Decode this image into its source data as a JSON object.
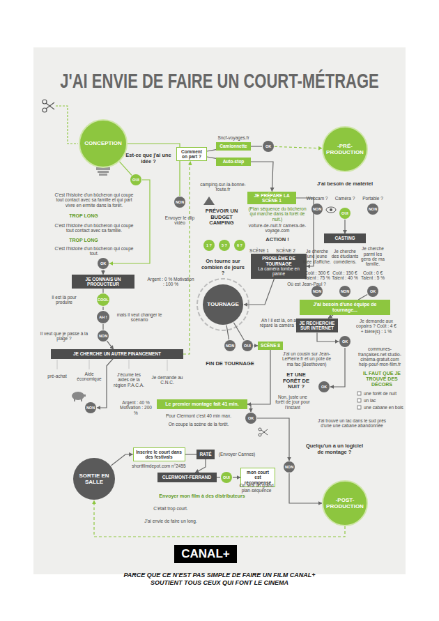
{
  "diagram": {
    "title": "J'AI ENVIE DE FAIRE UN COURT-MÉTRAGE",
    "caption": "PARCE QUE CE N'EST PAS SIMPLE DE FAIRE UN FILM CANAL+ SOUTIENT TOUS CEUX QUI FONT LE CINEMA",
    "nodes": [
      {
        "text": [
          "CONCEPTION"
        ]
      },
      {
        "text": [
          "OUI"
        ]
      },
      {
        "text": [
          "NON"
        ]
      },
      {
        "text": [
          "OK"
        ]
      },
      {
        "text": [
          "JE CONNAIS UN PRODUCTEUR"
        ]
      },
      {
        "text": [
          "COOL"
        ]
      },
      {
        "text": [
          "AH !"
        ]
      },
      {
        "text": [
          "NON"
        ]
      },
      {
        "text": [
          "JE CHERCHE UN AUTRE FINANCEMENT"
        ]
      },
      {
        "text": [
          "NON"
        ]
      },
      {
        "text": [
          "Comment on part ?"
        ]
      },
      {
        "text": [
          "Camionnette"
        ]
      },
      {
        "text": [
          "Auto-stop"
        ]
      },
      {
        "text": [
          "OK"
        ]
      },
      {
        "text": [
          "-PRÉ- PRODUCTION"
        ]
      },
      {
        "text": [
          "JE PRÉPARE LA SCÈNE 1"
        ]
      },
      {
        "text": [
          "1 ?"
        ]
      },
      {
        "text": [
          "5 ?"
        ]
      },
      {
        "text": [
          "6 ?"
        ]
      },
      {
        "text": [
          "PROBLÈME DE TOURNAGE",
          "La caméra tombe en panne"
        ]
      },
      {
        "text": [
          "TOURNAGE"
        ]
      },
      {
        "text": [
          "NON"
        ]
      },
      {
        "text": [
          "OUI"
        ]
      },
      {
        "text": [
          "SCÈNE 8"
        ]
      },
      {
        "text": [
          "NON"
        ]
      },
      {
        "text": [
          "OUI"
        ]
      },
      {
        "text": [
          "NON"
        ]
      },
      {
        "text": [
          "CASTING"
        ]
      },
      {
        "text": [
          "NON"
        ]
      },
      {
        "text": [
          "NON"
        ]
      },
      {
        "text": [
          "OK"
        ]
      },
      {
        "text": [
          "J'ai besoin d'une équipe de tournage..."
        ]
      },
      {
        "text": [
          "JE RECHERCHE SUR INTERNET"
        ]
      },
      {
        "text": [
          "OK"
        ]
      },
      {
        "text": [
          "OK"
        ]
      },
      {
        "text": [
          "Le premier montage fait 41 min."
        ]
      },
      {
        "text": [
          "OK"
        ]
      },
      {
        "text": [
          "NON"
        ]
      },
      {
        "text": [
          "-POST- PRODUCTION"
        ]
      },
      {
        "text": [
          "SORTIE EN SALLE"
        ]
      },
      {
        "text": [
          "Inscrire le court dans des festivals"
        ]
      },
      {
        "text": [
          "RATÉ"
        ]
      },
      {
        "text": [
          "CLERMONT-FERRAND"
        ]
      },
      {
        "text": [
          "OUI"
        ]
      },
      {
        "text": [
          "mon court est récompensé"
        ]
      },
      {
        "text": [
          "CANAL+"
        ]
      }
    ],
    "edges": [
      {
        "from": 0,
        "to": 1,
        "arrow": "none"
      },
      {
        "from": 0,
        "to": 2,
        "arrow": "none"
      },
      {
        "from": 1,
        "to": 3,
        "arrow": "to"
      },
      {
        "from": 3,
        "to": 4,
        "arrow": "to"
      },
      {
        "from": 4,
        "to": 5,
        "arrow": "none"
      },
      {
        "from": 5,
        "to": 6,
        "arrow": "none"
      },
      {
        "from": 6,
        "to": 7,
        "arrow": "none"
      },
      {
        "from": 7,
        "to": 8,
        "arrow": "to"
      },
      {
        "from": 8,
        "to": 9,
        "arrow": "to"
      },
      {
        "from": 8,
        "to": 10,
        "arrow": "to"
      },
      {
        "from": 10,
        "to": 11,
        "arrow": "none"
      },
      {
        "from": 10,
        "to": 12,
        "arrow": "none"
      },
      {
        "from": 11,
        "to": 13,
        "arrow": "none"
      },
      {
        "from": 13,
        "to": 14,
        "arrow": "to"
      },
      {
        "from": 12,
        "to": 15,
        "arrow": "to"
      },
      {
        "from": 15,
        "to": 19,
        "arrow": "to"
      },
      {
        "from": 19,
        "to": 20,
        "arrow": "to"
      },
      {
        "from": 20,
        "to": 21,
        "arrow": "none"
      },
      {
        "from": 20,
        "to": 22,
        "arrow": "none"
      },
      {
        "from": 22,
        "to": 23,
        "arrow": "to"
      },
      {
        "from": 25,
        "to": 27,
        "arrow": "to"
      },
      {
        "from": 30,
        "to": 31,
        "arrow": "none"
      },
      {
        "from": 31,
        "to": 32,
        "arrow": "to"
      },
      {
        "from": 32,
        "to": 33,
        "arrow": "to"
      },
      {
        "from": 33,
        "to": 34,
        "arrow": "to"
      },
      {
        "from": 23,
        "to": 35,
        "arrow": "to"
      },
      {
        "from": 35,
        "to": 36,
        "arrow": "to"
      },
      {
        "from": 36,
        "to": 37,
        "arrow": "to"
      },
      {
        "from": 37,
        "to": 38,
        "arrow": "to"
      },
      {
        "from": 38,
        "to": 39,
        "arrow": "to"
      },
      {
        "from": 39,
        "to": 40,
        "arrow": "to"
      },
      {
        "from": 40,
        "to": 41,
        "arrow": "none"
      },
      {
        "from": 41,
        "to": 42,
        "arrow": "to"
      },
      {
        "from": 42,
        "to": 43,
        "arrow": "none"
      },
      {
        "from": 43,
        "to": 44,
        "arrow": "to"
      }
    ],
    "labels": [
      "Est-ce que j'ai une idée ?",
      "C'est l'histoire d'un bûcheron qui coupe tout contact avec sa famille et qui part vivre en ermite dans la forêt.",
      "TROP LONG",
      "C'est l'histoire d'un bûcheron qui coupe tout contact avec sa famille.",
      "TROP LONG",
      "C'est l'histoire d'un bûcheron qui coupe tout.",
      "Envoyer le clip vidéo",
      "Argent : 0 % Motivation : 100 %",
      "Il est là pour produire",
      "mais il veut changer le scénario",
      "Il veut que je passe à la plage ?",
      "pré-achat",
      "Aide économique",
      "J'écume les aides de la région P.A.C.A.",
      "Je demande au C.N.C.",
      "Argent : 40 % Motivation : 200 %",
      "Sncf-voyages.fr",
      "camping-sur-la-bonne-route.fr",
      "PRÉVOIR UN BUDGET CAMPING",
      "(Plan séquence du bûcheron qui marche dans la forêt de nuit.)",
      "voiture-de-nuit.fr camera-de-voyage.com",
      "ACTION !",
      "SCÈNE 1",
      "SCÈNE 2",
      "On tourne sur combien de jours ?",
      "Où est Jean-Paul ?",
      "Ah ! il est là, on a réparé la caméra ?",
      "FIN DE TOURNAGE",
      "J'ai besoin de matériel",
      "Webcam ?",
      "Caméra ?",
      "Portable ?",
      "Je cherche une jeune idée d'affiche.",
      "Coût : 300 € Talent : 75 %",
      "Je cherche des étudiants comédiens.",
      "Coût : 150 € Talent : 40 %",
      "Je cherche parmi les gens de ma famille.",
      "Coût : 0 € Talent : 5 %",
      "Je demande aux copains ? Coût : 4 € + bière(s) : 1 %",
      "J'ai un cousin sur Jean-LePierre.fr et un pote de ma fac (Beethoven)",
      "communes-françaises.net studio-cinema-gratuit.com help-pour-mon-film.fr",
      "IL FAUT QUE JE TROUVE DES DÉCORS",
      "une forêt de nuit",
      "un lac",
      "une cabane en bois",
      "ET UNE FORÊT DE NUIT ?",
      "Non, juste une forêt de jour pour l'instant",
      "J'ai trouvé un lac dans le sud près d'une une cabane abandonnée",
      "Pour Clermont c'est 40 min max.",
      "On coupe la scène de la forêt.",
      "Quelqu'un a un logiciel de montage ?",
      "On fera un grand plan-séquence",
      "shortfilmdepot.com n°2455",
      "(Envoyer Cannes)",
      "Envoyer mon film à des distributeurs",
      "C'était trop court.",
      "J'ai envie de faire un long."
    ]
  }
}
